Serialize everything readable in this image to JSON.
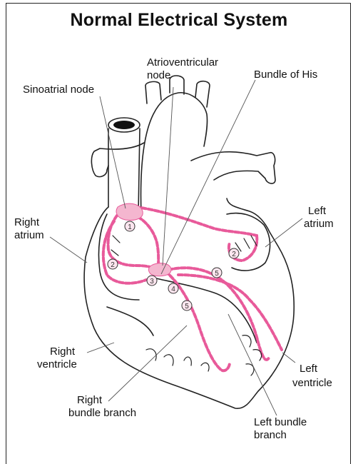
{
  "title": "Normal Electrical System",
  "labels": {
    "sinoatrial_node": "Sinoatrial node",
    "av_node_line1": "Atrioventricular",
    "av_node_line2": "node",
    "bundle_of_his": "Bundle of His",
    "right_atrium_line1": "Right",
    "right_atrium_line2": "atrium",
    "left_atrium_line1": "Left",
    "left_atrium_line2": "atrium",
    "right_ventricle_line1": "Right",
    "right_ventricle_line2": "ventricle",
    "left_ventricle_line1": "Left",
    "left_ventricle_line2": "ventricle",
    "right_bundle_line1": "Right",
    "right_bundle_line2": "bundle branch",
    "left_bundle_line1": "Left bundle",
    "left_bundle_line2": "branch"
  },
  "step_markers": [
    "1",
    "2",
    "3",
    "4",
    "5",
    "2",
    "5"
  ],
  "colors": {
    "conduction_pink": "#e85a9a",
    "node_fill": "#f4b6cf",
    "outline": "#222222"
  }
}
